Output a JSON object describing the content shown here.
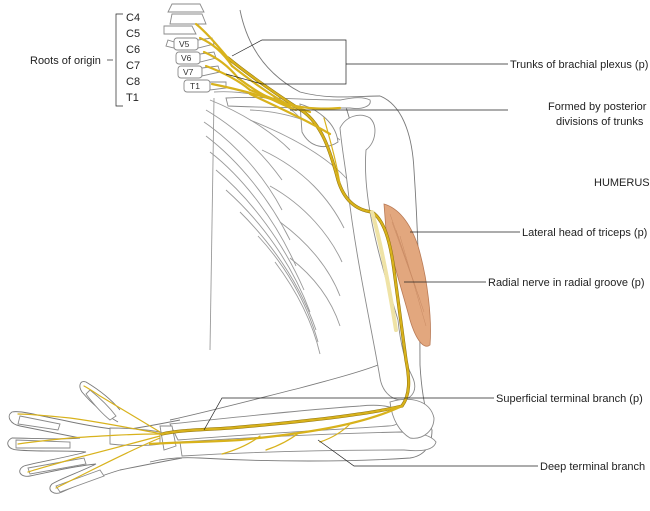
{
  "roots": {
    "title": "Roots of origin",
    "levels": [
      "C4",
      "C5",
      "C6",
      "C7",
      "C8",
      "T1"
    ]
  },
  "vertebrae": [
    "V5",
    "V6",
    "V7",
    "T1"
  ],
  "labels": {
    "trunks": "Trunks of brachial plexus (p)",
    "posterior_line1": "Formed by posterior",
    "posterior_line2": "divisions of trunks",
    "humerus": "HUMERUS",
    "triceps": "Lateral head of triceps (p)",
    "radial_groove": "Radial nerve in radial groove (p)",
    "superficial": "Superficial terminal branch (p)",
    "deep": "Deep terminal branch"
  },
  "colors": {
    "nerve": "#d8b21c",
    "muscle": "#e2a77e",
    "bone_outline": "#8a8a8a",
    "text": "#222222"
  }
}
